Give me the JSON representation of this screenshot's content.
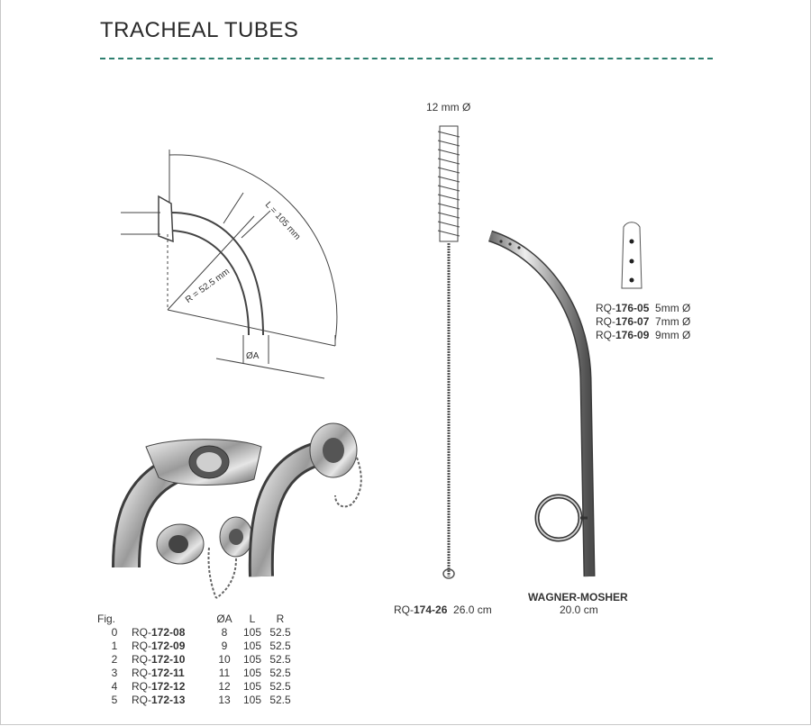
{
  "page": {
    "title": "TRACHEAL TUBES"
  },
  "diagram_labels": {
    "length": "L = 105 mm",
    "radius": "R = 52.5 mm",
    "diameter": "ØA"
  },
  "brush": {
    "diameter_label": "12 mm Ø",
    "code_prefix": "RQ-",
    "code_number": "174-26",
    "length": "26.0 cm"
  },
  "wagner": {
    "name": "WAGNER-MOSHER",
    "length": "20.0 cm",
    "variants": [
      {
        "prefix": "RQ-",
        "number": "176-05",
        "size": "5mm Ø"
      },
      {
        "prefix": "RQ-",
        "number": "176-07",
        "size": "7mm Ø"
      },
      {
        "prefix": "RQ-",
        "number": "176-09",
        "size": "9mm Ø"
      }
    ]
  },
  "table": {
    "headers": {
      "fig": "Fig.",
      "a": "ØA",
      "l": "L",
      "r": "R"
    },
    "rows": [
      {
        "fig": "0",
        "prefix": "RQ-",
        "number": "172-08",
        "a": "8",
        "l": "105",
        "r": "52.5"
      },
      {
        "fig": "1",
        "prefix": "RQ-",
        "number": "172-09",
        "a": "9",
        "l": "105",
        "r": "52.5"
      },
      {
        "fig": "2",
        "prefix": "RQ-",
        "number": "172-10",
        "a": "10",
        "l": "105",
        "r": "52.5"
      },
      {
        "fig": "3",
        "prefix": "RQ-",
        "number": "172-11",
        "a": "11",
        "l": "105",
        "r": "52.5"
      },
      {
        "fig": "4",
        "prefix": "RQ-",
        "number": "172-12",
        "a": "12",
        "l": "105",
        "r": "52.5"
      },
      {
        "fig": "5",
        "prefix": "RQ-",
        "number": "172-13",
        "a": "13",
        "l": "105",
        "r": "52.5"
      }
    ]
  }
}
